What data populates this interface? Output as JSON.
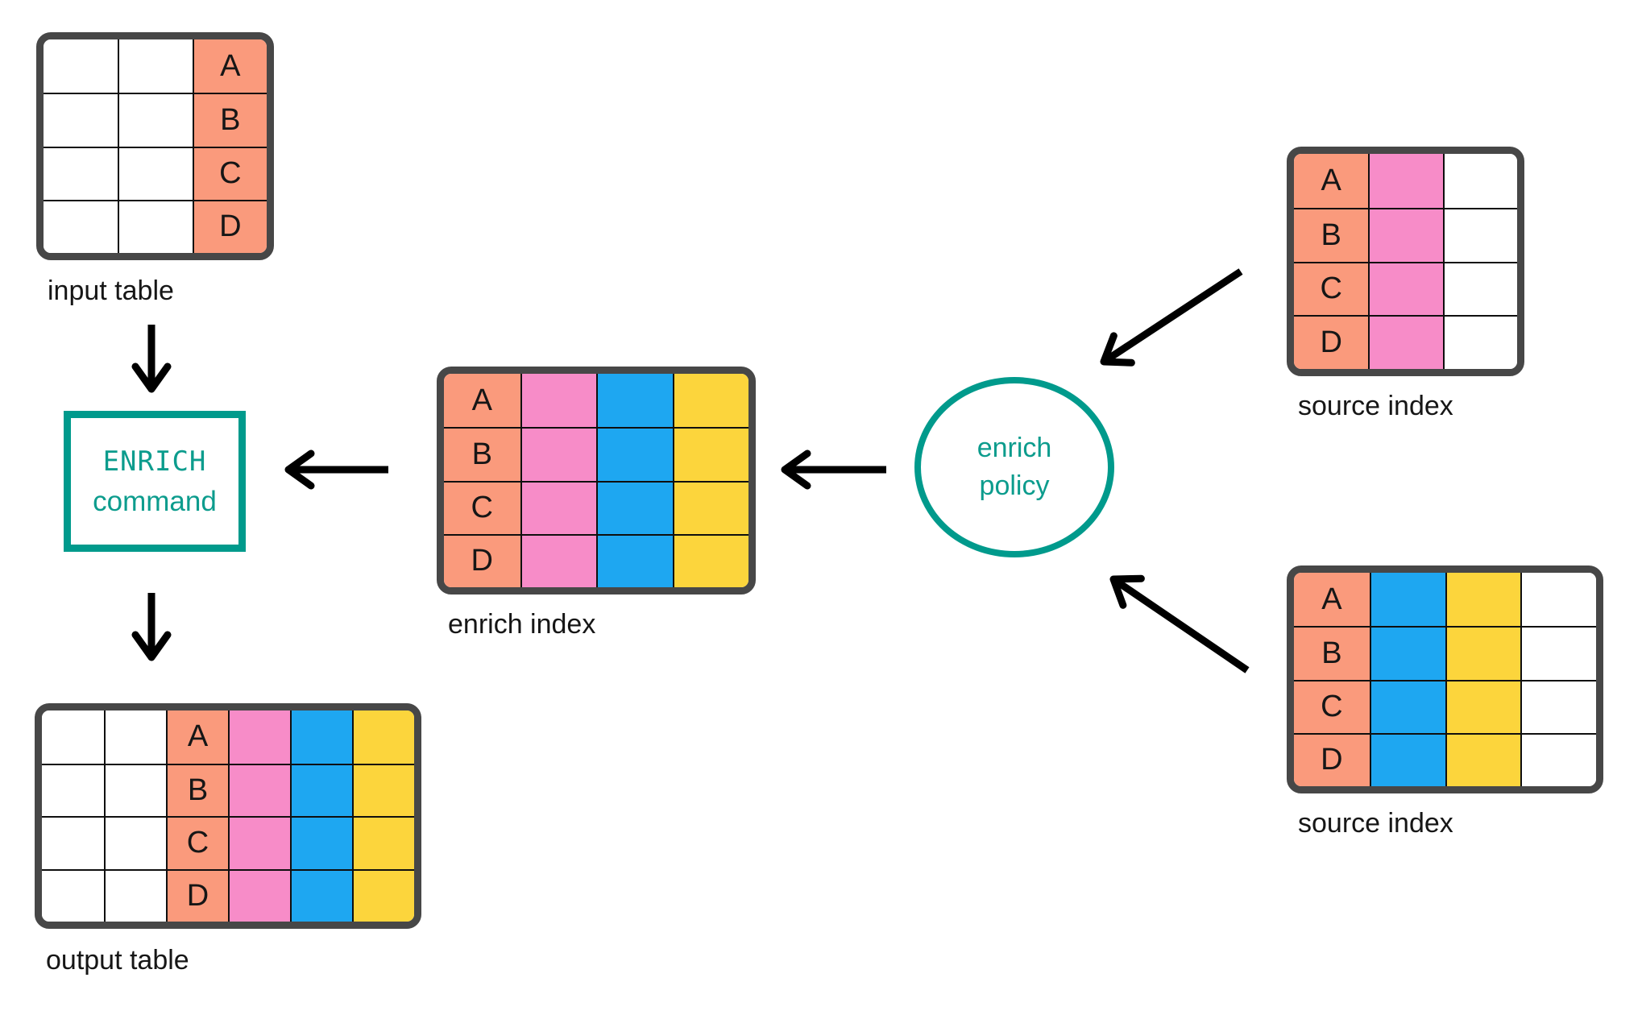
{
  "colors": {
    "white": "#FFFFFF",
    "salmon": "#FA9A7C",
    "pink": "#F78CC8",
    "blue": "#1EA7F1",
    "yellow": "#FCD53C",
    "teal": "#009A8C",
    "frame": "#474747",
    "grid": "#0F0F0F",
    "arrow": "#000000"
  },
  "tables": {
    "input": {
      "label": "input table",
      "columns": [
        "white",
        "white",
        "salmon"
      ],
      "key_col": 2,
      "keys": [
        "A",
        "B",
        "C",
        "D"
      ]
    },
    "enrich_index": {
      "label": "enrich index",
      "columns": [
        "salmon",
        "pink",
        "blue",
        "yellow"
      ],
      "key_col": 0,
      "keys": [
        "A",
        "B",
        "C",
        "D"
      ]
    },
    "source_top": {
      "label": "source index",
      "columns": [
        "salmon",
        "pink",
        "white"
      ],
      "key_col": 0,
      "keys": [
        "A",
        "B",
        "C",
        "D"
      ]
    },
    "source_bottom": {
      "label": "source index",
      "columns": [
        "salmon",
        "blue",
        "yellow",
        "white"
      ],
      "key_col": 0,
      "keys": [
        "A",
        "B",
        "C",
        "D"
      ]
    },
    "output": {
      "label": "output table",
      "columns": [
        "white",
        "white",
        "salmon",
        "pink",
        "blue",
        "yellow"
      ],
      "key_col": 2,
      "keys": [
        "A",
        "B",
        "C",
        "D"
      ]
    }
  },
  "nodes": {
    "enrich_command": {
      "line1": "ENRICH",
      "line2": "command"
    },
    "enrich_policy": {
      "line1": "enrich",
      "line2": "policy"
    }
  },
  "arrows": [
    {
      "from": "input-table",
      "to": "enrich-command-node"
    },
    {
      "from": "enrich-command-node",
      "to": "output-table"
    },
    {
      "from": "enrich-index-table",
      "to": "enrich-command-node"
    },
    {
      "from": "enrich-policy-node",
      "to": "enrich-index-table"
    },
    {
      "from": "source-index-top",
      "to": "enrich-policy-node"
    },
    {
      "from": "source-index-bottom",
      "to": "enrich-policy-node"
    }
  ]
}
